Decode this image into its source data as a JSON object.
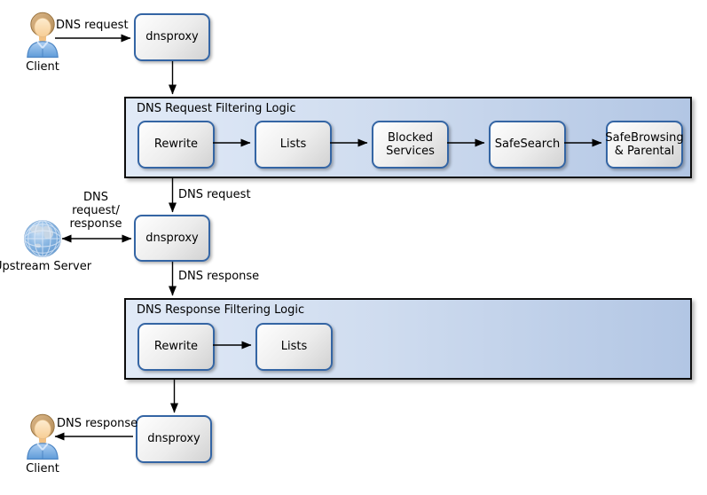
{
  "colors": {
    "group_gradient_left": "#e1eaf7",
    "group_gradient_right": "#b2c6e4",
    "group_border": "#0d0d0d",
    "node_border": "#3465a4",
    "node_gradient_light": "#fefefe",
    "node_gradient_dark": "#d2d2d2",
    "arrow": "#000000",
    "globe_blue": "#5a92cb",
    "shirt_blue": "#6da4de",
    "hair_tan": "#b98c55"
  },
  "actors": {
    "client_top": {
      "label": "Client"
    },
    "upstream": {
      "label_lines": [
        "Upstream",
        "Server"
      ]
    },
    "client_bottom": {
      "label": "Client"
    }
  },
  "proxies": {
    "top": {
      "label": "dnsproxy"
    },
    "middle": {
      "label": "dnsproxy"
    },
    "bottom": {
      "label": "dnsproxy"
    }
  },
  "groups": {
    "request": {
      "title": "DNS Request Filtering Logic",
      "steps": [
        "Rewrite",
        "Lists",
        "Blocked Services",
        "SafeSearch",
        "SafeBrowsing & Parental"
      ]
    },
    "response": {
      "title": "DNS Response Filtering Logic",
      "steps": [
        "Rewrite",
        "Lists"
      ]
    }
  },
  "edges": {
    "client_to_proxy1": {
      "label": "DNS request"
    },
    "group1_to_proxy2": {
      "label": "DNS request"
    },
    "upstream_proxy2": {
      "label_lines": [
        "DNS",
        "request/",
        "response"
      ]
    },
    "proxy2_to_group2": {
      "label": "DNS response"
    },
    "proxy3_to_client": {
      "label": "DNS response"
    }
  }
}
